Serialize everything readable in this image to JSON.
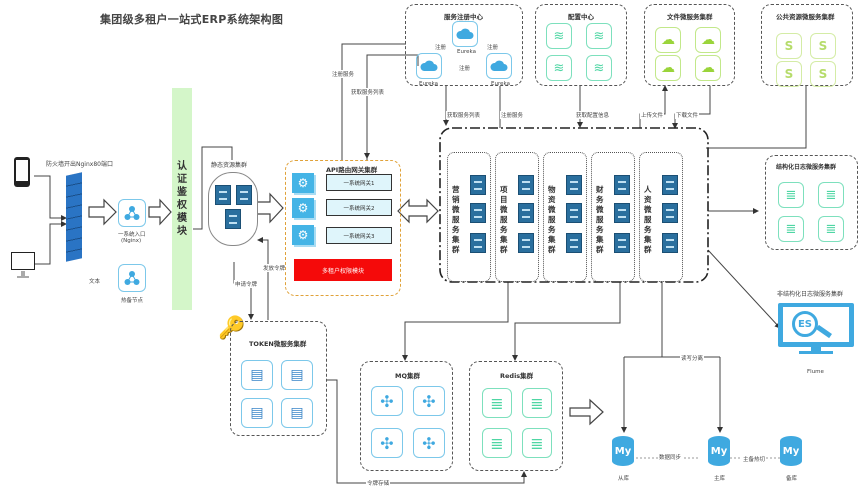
{
  "title": "集团级多租户一站式ERP系统架构图",
  "colors": {
    "auth_bg": "#d4f6c9",
    "gateway_border": "#e0a23a",
    "tenant_red": "#f50a0a",
    "blue": "#3fa9e0",
    "green": "#4fd6a4",
    "lime": "#9ad43b",
    "server_blue": "#2a6f9e"
  },
  "left": {
    "firewall_label": "防火墙开出Nginx80端口",
    "nginx_entry": "一系统入口",
    "nginx_entry_sub": "(Nginx)",
    "text_label": "文本",
    "hot_standby": "热备节点",
    "auth_module": [
      "认",
      "证",
      "鉴",
      "权",
      "模",
      "块"
    ]
  },
  "static_cluster": {
    "title": "静态资源集群",
    "apply_token": "申请令牌",
    "issue_token": "发放令牌"
  },
  "gateway": {
    "title": "API路由网关集群",
    "rows": [
      "一系统网关1",
      "一系统网关2",
      "一系统网关3"
    ],
    "tenant_module": "多租户权限模块"
  },
  "registry": {
    "title": "服务注册中心",
    "nodes": [
      "Eureka",
      "Eureka",
      "Eureka"
    ],
    "edges": [
      "注册",
      "注册",
      "注册"
    ]
  },
  "config_center": {
    "title": "配置中心"
  },
  "file_cluster": {
    "title": "文件微服务集群"
  },
  "public_cluster": {
    "title": "公共资源微服务集群"
  },
  "arrows": {
    "register_service": "注册服务",
    "get_service_list": "获取服务列表",
    "get_service_list_2": "获取服务列表",
    "register_service_2": "注册服务",
    "get_config": "获取配置信息",
    "upload": "上传文件",
    "download": "下载文件",
    "rw_split": "读写分离",
    "data_sync": "数据同步",
    "master_standby": "主备热切",
    "token_store": "令牌存储"
  },
  "microservices": [
    {
      "name": "营销微服务集群"
    },
    {
      "name": "项目微服务集群"
    },
    {
      "name": "物资微服务集群"
    },
    {
      "name": "财务微服务集群"
    },
    {
      "name": "人资微服务集群"
    }
  ],
  "structured_log": {
    "title": "结构化日志微服务集群"
  },
  "unstructured_log": {
    "title": "非结构化日志微服务集群",
    "sub": "Flume",
    "icon_text": "ES"
  },
  "token_cluster": {
    "title": "TOKEN微服务集群"
  },
  "mq_cluster": {
    "title": "MQ集群"
  },
  "redis_cluster": {
    "title": "Redis集群"
  },
  "databases": [
    {
      "label": "从库",
      "icon_text": "My"
    },
    {
      "label": "主库",
      "icon_text": "My"
    },
    {
      "label": "备库",
      "icon_text": "My"
    }
  ]
}
